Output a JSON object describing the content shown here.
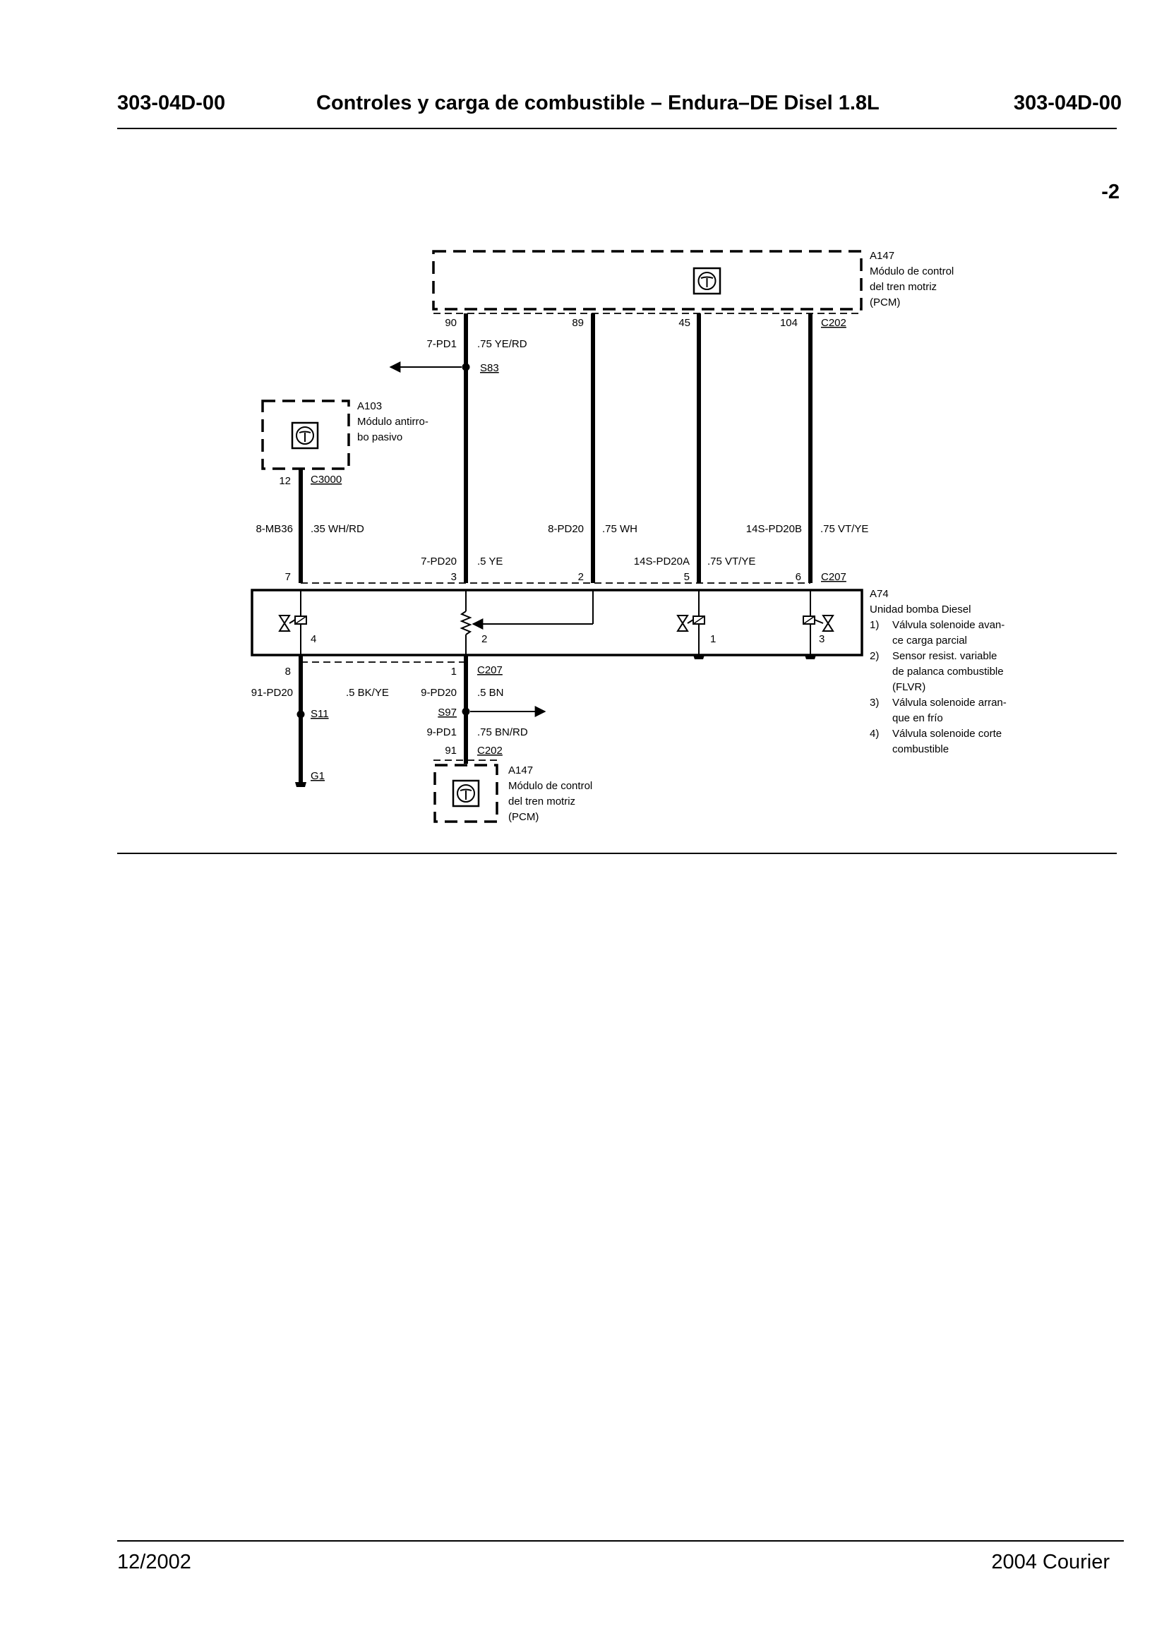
{
  "header": {
    "left_code": "303-04D-00",
    "title": "Controles y carga de combustible – Endura–DE Disel 1.8L",
    "right_code": "303-04D-00"
  },
  "page_number": "-2",
  "footer": {
    "date": "12/2002",
    "model": "2004 Courier"
  },
  "components": {
    "pcm_top": {
      "id": "A147",
      "lines": [
        "Módulo de control",
        "del tren motriz",
        "(PCM)"
      ]
    },
    "pats": {
      "id": "A103",
      "lines": [
        "Módulo antirro-",
        "bo pasivo"
      ]
    },
    "pump": {
      "id": "A74",
      "title": "Unidad bomba Diesel",
      "legend": [
        {
          "num": "1)",
          "lines": [
            "Válvula solenoide avan-",
            "ce carga parcial"
          ]
        },
        {
          "num": "2)",
          "lines": [
            "Sensor resist. variable",
            "de palanca combustible",
            "(FLVR)"
          ]
        },
        {
          "num": "3)",
          "lines": [
            "Válvula solenoide arran-",
            "que en frío"
          ]
        },
        {
          "num": "4)",
          "lines": [
            "Válvula solenoide corte",
            "combustible"
          ]
        }
      ]
    },
    "pcm_bottom": {
      "id": "A147",
      "lines": [
        "Módulo de control",
        "del tren motriz",
        "(PCM)"
      ]
    }
  },
  "connectors": {
    "c202_top": "C202",
    "c3000": "C3000",
    "c207_top": "C207",
    "c207_bottom": "C207",
    "c202_bottom": "C202"
  },
  "splices": {
    "s83": "S83",
    "s11": "S11",
    "s97": "S97"
  },
  "ground": "G1",
  "pins": {
    "pcm_90": "90",
    "pcm_89": "89",
    "pcm_45": "45",
    "pcm_104": "104",
    "pats_12": "12",
    "top_7": "7",
    "top_3": "3",
    "top_2": "2",
    "top_5": "5",
    "top_6": "6",
    "sol_4": "4",
    "sens_2": "2",
    "sol_1": "1",
    "sol_3": "3",
    "bot_8": "8",
    "bot_1": "1",
    "pcm_91": "91"
  },
  "wires": {
    "w_7pd1": {
      "circuit": "7-PD1",
      "spec": ".75 YE/RD"
    },
    "w_8mb36": {
      "circuit": "8-MB36",
      "spec": ".35 WH/RD"
    },
    "w_7pd20": {
      "circuit": "7-PD20",
      "spec": ".5 YE"
    },
    "w_8pd20": {
      "circuit": "8-PD20",
      "spec": ".75 WH"
    },
    "w_14spd20a": {
      "circuit": "14S-PD20A",
      "spec": ".75 VT/YE"
    },
    "w_14spd20b": {
      "circuit": "14S-PD20B",
      "spec": ".75 VT/YE"
    },
    "w_91pd20": {
      "circuit": "91-PD20",
      "spec": ".5 BK/YE"
    },
    "w_9pd20": {
      "circuit": "9-PD20",
      "spec": ".5 BN"
    },
    "w_9pd1": {
      "circuit": "9-PD1",
      "spec": ".75 BN/RD"
    }
  }
}
